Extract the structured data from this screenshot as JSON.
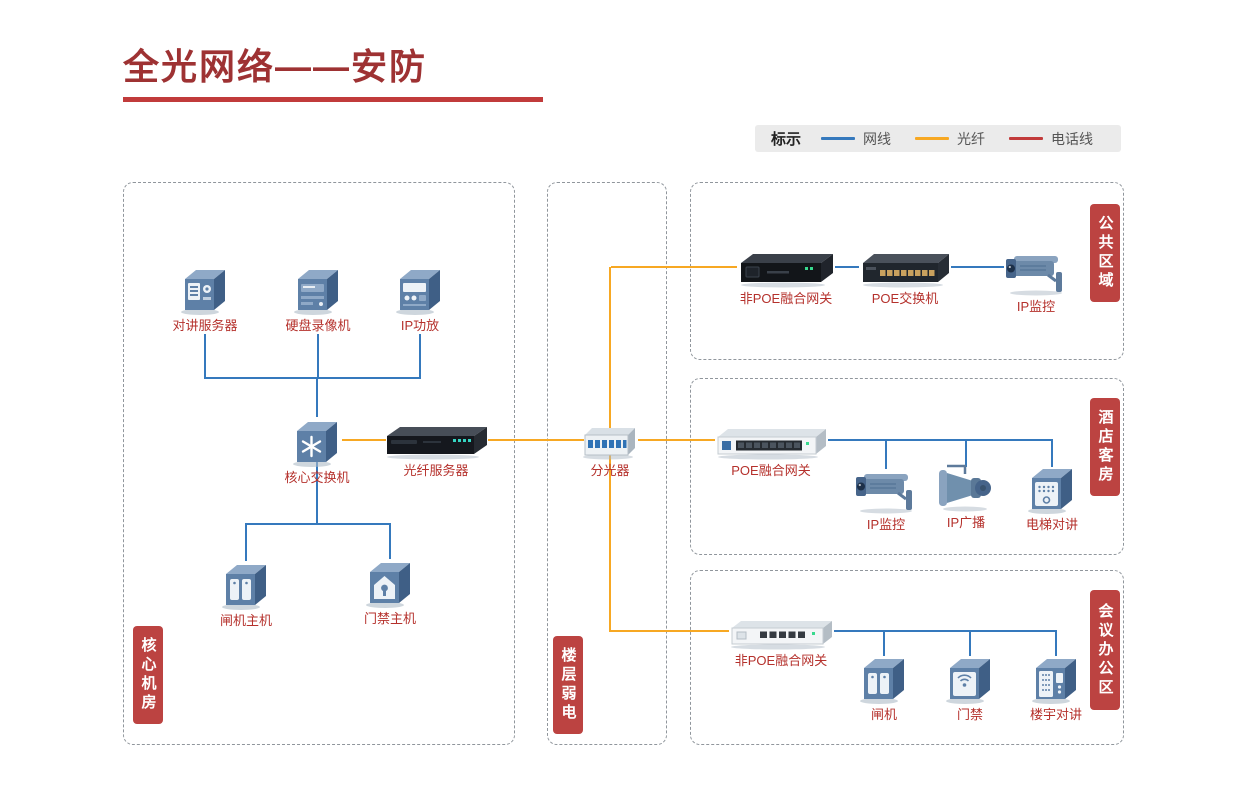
{
  "page": {
    "title": "全光网络——安防"
  },
  "legend": {
    "label": "标示",
    "items": [
      {
        "name": "网线",
        "color": "#3579bd"
      },
      {
        "name": "光纤",
        "color": "#f7a823"
      },
      {
        "name": "电话线",
        "color": "#c23b3b"
      }
    ]
  },
  "colors": {
    "title": "#9e3233",
    "title_bar": "#c13b3b",
    "zone_badge": "#bc4341",
    "device_label": "#b5312c"
  },
  "zones": {
    "core_room": {
      "label": "核心机房"
    },
    "floor_weak": {
      "label": "楼层弱电"
    },
    "public_area": {
      "label": "公共区域"
    },
    "hotel_rooms": {
      "label": "酒店客房"
    },
    "meeting_office": {
      "label": "会议办公区"
    }
  },
  "devices": {
    "intercom_server": {
      "label": "对讲服务器"
    },
    "dvr": {
      "label": "硬盘录像机"
    },
    "ip_amplifier": {
      "label": "IP功放"
    },
    "core_switch": {
      "label": "核心交换机"
    },
    "fiber_server": {
      "label": "光纤服务器"
    },
    "gate_host": {
      "label": "闸机主机"
    },
    "access_host": {
      "label": "门禁主机"
    },
    "splitter": {
      "label": "分光器"
    },
    "public_non_poe_gateway": {
      "label": "非POE融合网关"
    },
    "poe_switch": {
      "label": "POE交换机"
    },
    "public_ip_camera": {
      "label": "IP监控"
    },
    "hotel_poe_gateway": {
      "label": "POE融合网关"
    },
    "hotel_ip_camera": {
      "label": "IP监控"
    },
    "ip_speaker": {
      "label": "IP广播"
    },
    "elevator_intercom": {
      "label": "电梯对讲"
    },
    "office_non_poe_gateway": {
      "label": "非POE融合网关"
    },
    "gate": {
      "label": "闸机"
    },
    "access_control": {
      "label": "门禁"
    },
    "building_intercom": {
      "label": "楼宇对讲"
    }
  }
}
